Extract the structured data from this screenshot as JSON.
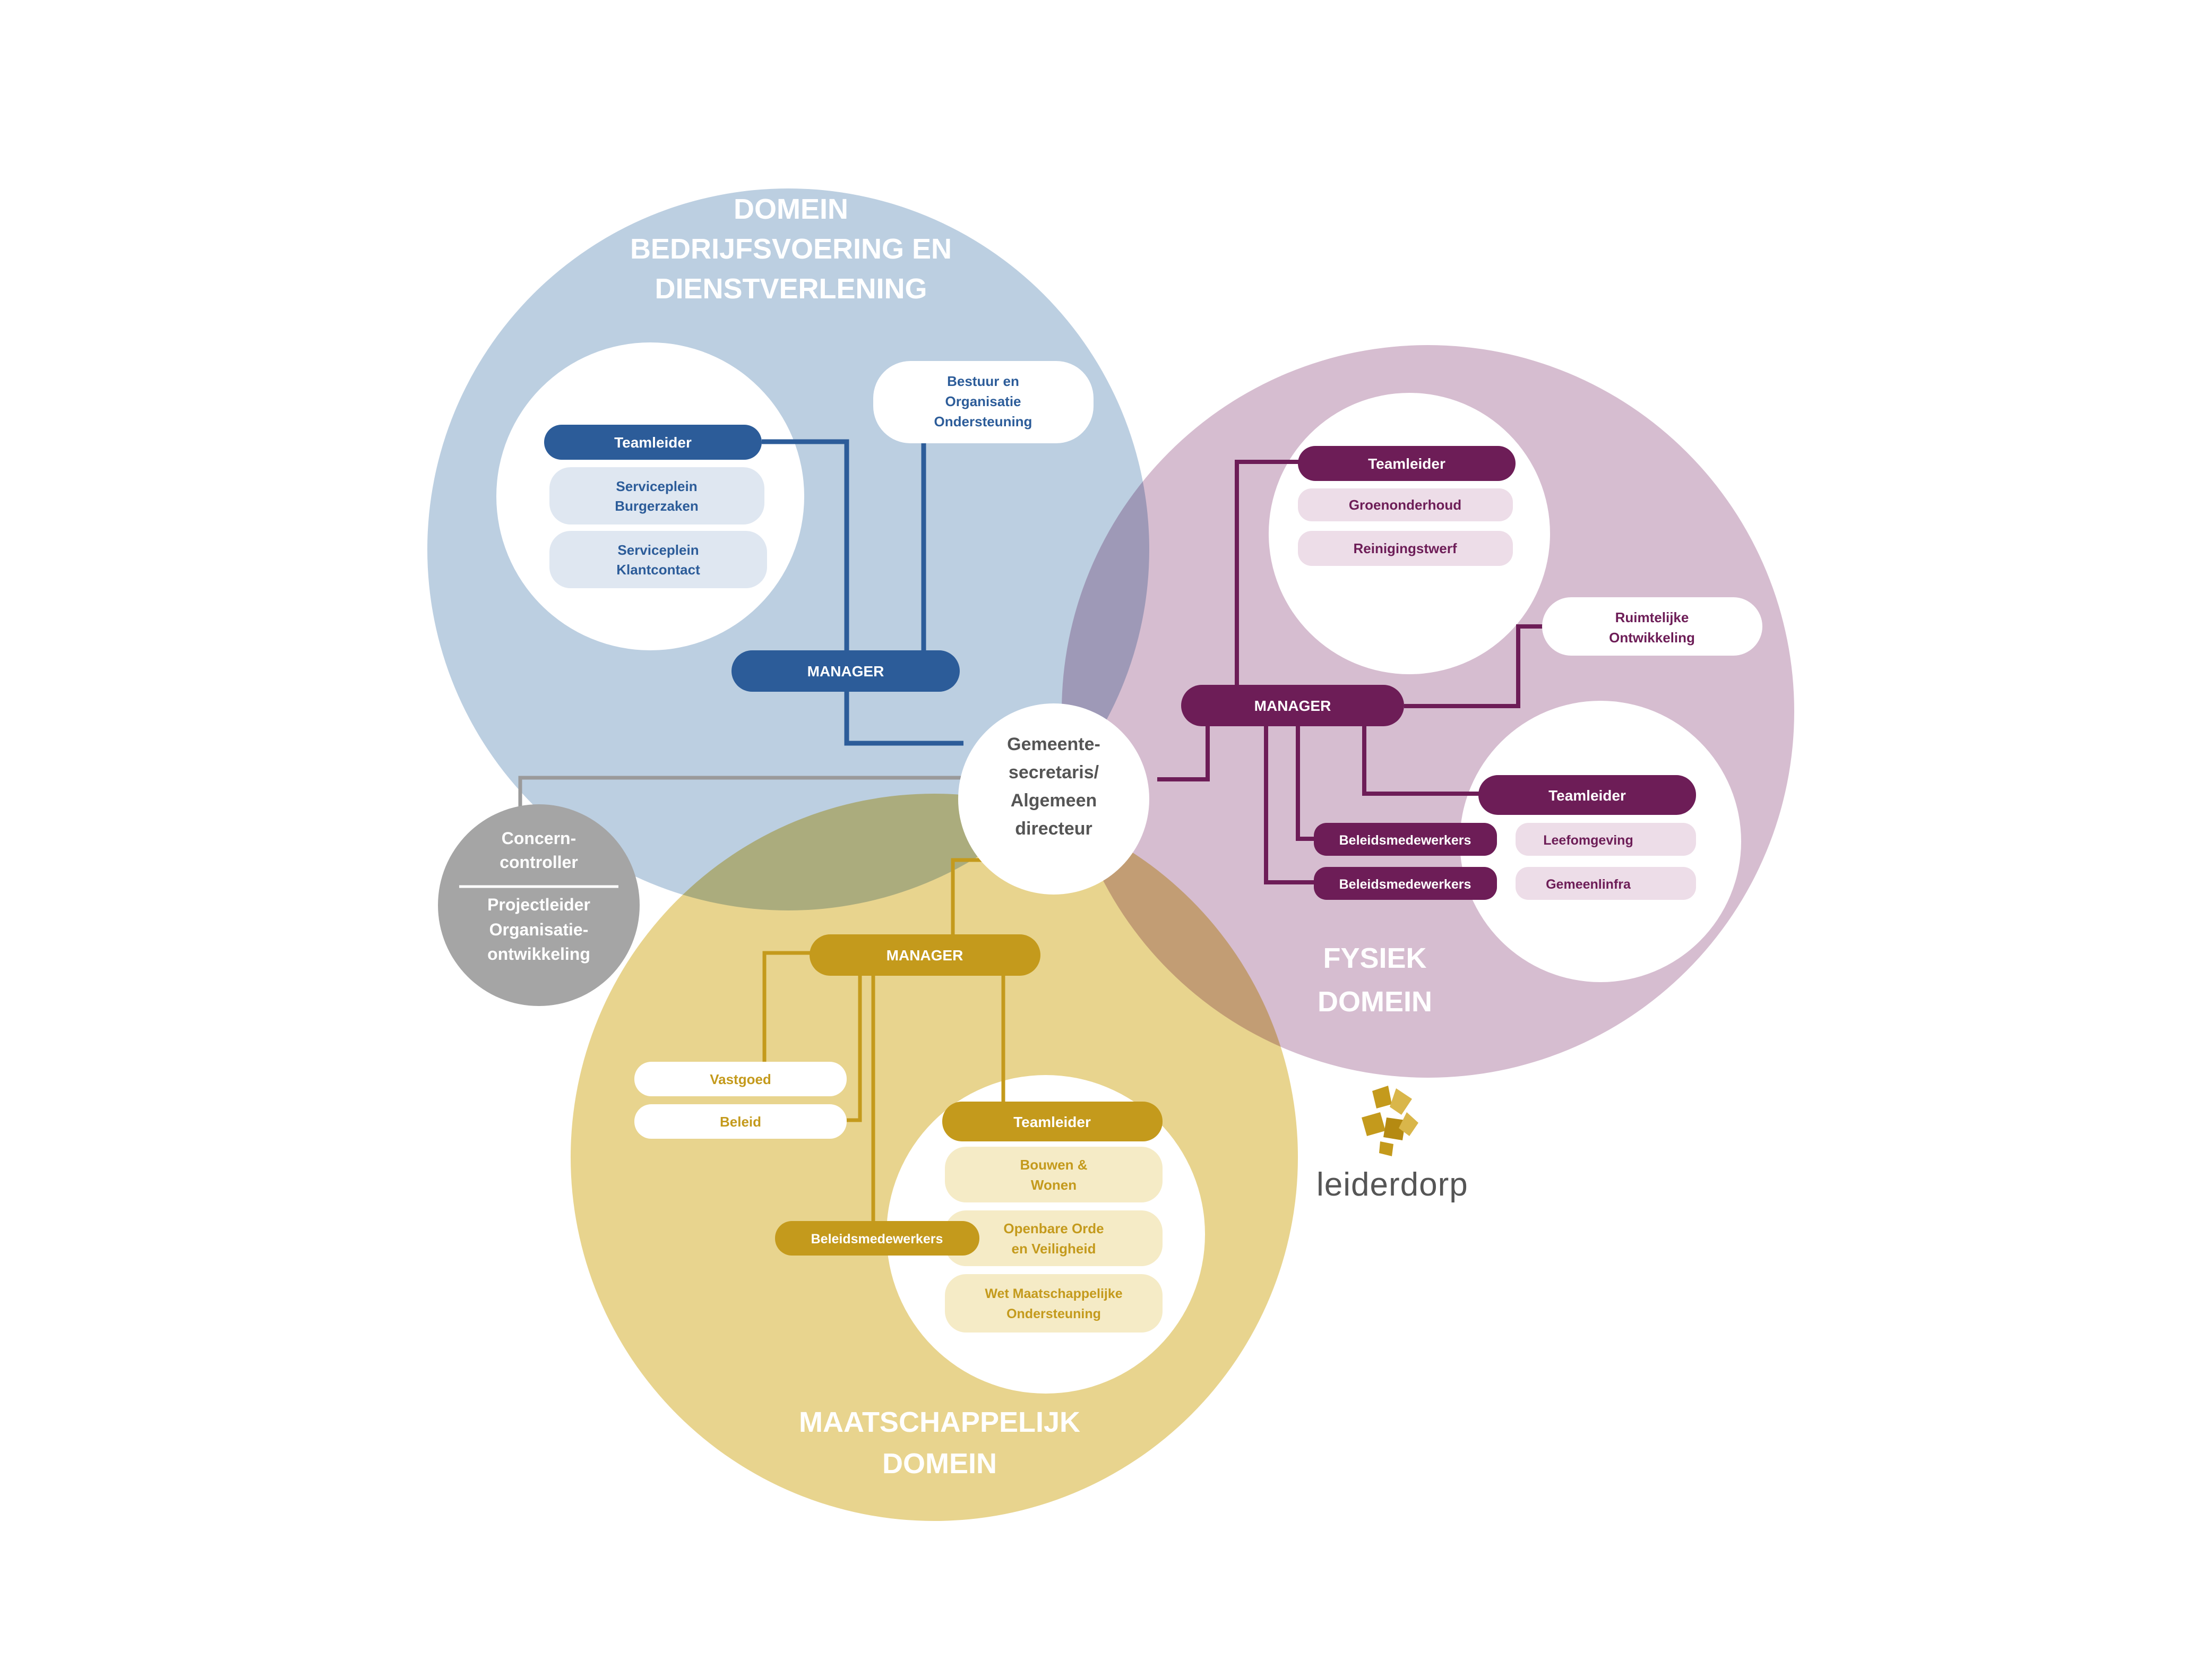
{
  "colors": {
    "blue_circle": "#bccfe1",
    "blue": "#2c5c99",
    "blue_light_box": "#dfe7f1",
    "purple_circle": "#d6bdd0",
    "purple": "#6d1d57",
    "purple_light_box": "#eddde8",
    "yellow_circle": "#e8d48e",
    "gold": "#c49a1c",
    "gold_light_box": "#f5ebc6",
    "grey": "#a5a5a5",
    "grey_line": "#9a9a9a"
  },
  "domains": {
    "blue": {
      "title_lines": [
        "DOMEIN",
        "BEDRIJFSVOERING EN",
        "DIENSTVERLENING"
      ]
    },
    "purple": {
      "title_lines": [
        "FYSIEK",
        "DOMEIN"
      ]
    },
    "yellow": {
      "title_lines": [
        "MAATSCHAPPELIJK",
        "DOMEIN"
      ]
    }
  },
  "center": {
    "lines": [
      "Gemeente-",
      "secretaris/",
      "Algemeen",
      "directeur"
    ]
  },
  "grey": {
    "top_lines": [
      "Concern-",
      "controller"
    ],
    "bottom_lines": [
      "Projectleider",
      "Organisatie-",
      "ontwikkeling"
    ]
  },
  "blue_unit": {
    "manager": "MANAGER",
    "teamleider": "Teamleider",
    "team1_lines": [
      "Serviceplein",
      "Burgerzaken"
    ],
    "team2_lines": [
      "Serviceplein",
      "Klantcontact"
    ],
    "support_lines": [
      "Bestuur en",
      "Organisatie",
      "Ondersteuning"
    ]
  },
  "purple_unit": {
    "manager": "MANAGER",
    "teamleider1": "Teamleider",
    "team_a": "Groenonderhoud",
    "team_b": "Reinigingstwerf",
    "ruimtelijk_lines": [
      "Ruimtelijke",
      "Ontwikkeling"
    ],
    "teamleider2": "Teamleider",
    "beleid1": "Beleidsmedewerkers",
    "beleid1_team": "Leefomgeving",
    "beleid2": "Beleidsmedewerkers",
    "beleid2_team": "Gemeenlinfra"
  },
  "yellow_unit": {
    "manager": "MANAGER",
    "vastgoed": "Vastgoed",
    "beleid_small": "Beleid",
    "teamleider": "Teamleider",
    "team1_lines": [
      "Bouwen &",
      "Wonen"
    ],
    "team2_lines": [
      "Openbare Orde",
      "en Veiligheid"
    ],
    "team3_lines": [
      "Wet Maatschappelijke",
      "Ondersteuning"
    ],
    "beleid": "Beleidsmedewerkers"
  },
  "logo": {
    "text": "leiderdorp"
  }
}
